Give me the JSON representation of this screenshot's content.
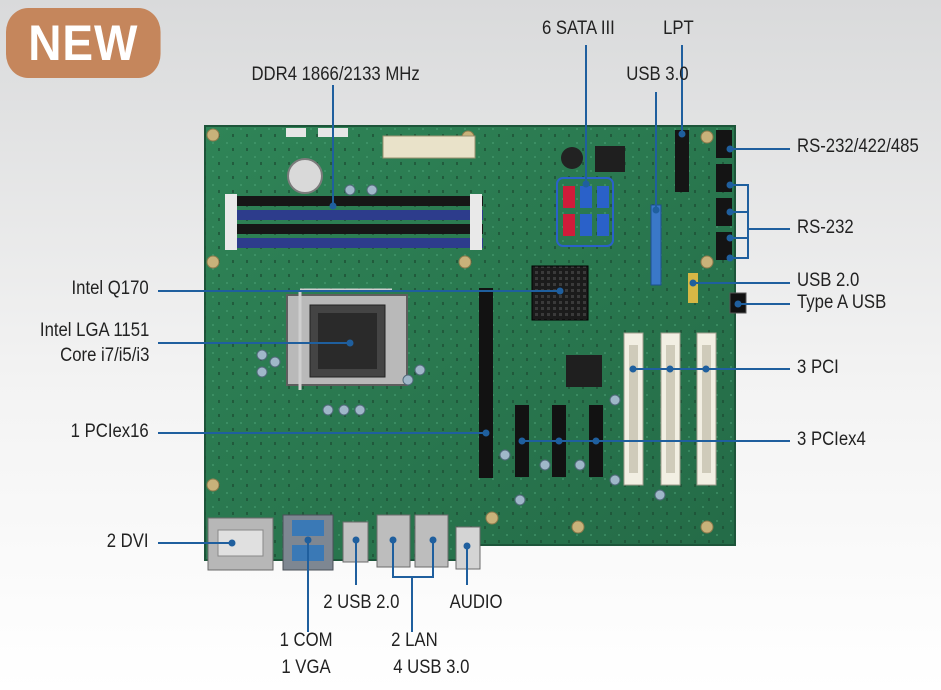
{
  "badge": {
    "text": "NEW"
  },
  "labels": {
    "ddr4": "DDR4 1866/2133 MHz",
    "sata": "6 SATA III",
    "lpt": "LPT",
    "usb30_top": "USB 3.0",
    "rs232_422_485": "RS-232/422/485",
    "rs232": "RS-232",
    "usb20": "USB 2.0",
    "type_a_usb": "Type A USB",
    "intel_q170": "Intel Q170",
    "lga_line1": "Intel LGA 1151",
    "lga_line2": "Core i7/i5/i3",
    "pci": "3 PCI",
    "pciex16": "1 PCIex16",
    "pciex4": "3 PCIex4",
    "dvi": "2 DVI",
    "usb20_bottom": "2 USB 2.0",
    "audio": "AUDIO",
    "com_line1": "1 COM",
    "com_line2": "1 VGA",
    "lan_line1": "2 LAN",
    "lan_line2": "4 USB 3.0"
  },
  "colors": {
    "badge": "#c5865c",
    "pcb": "#2d7a52",
    "leader_line": "#1f5f9e",
    "sata_blue": "#2a61c9",
    "sata_red": "#cf1c3a"
  }
}
